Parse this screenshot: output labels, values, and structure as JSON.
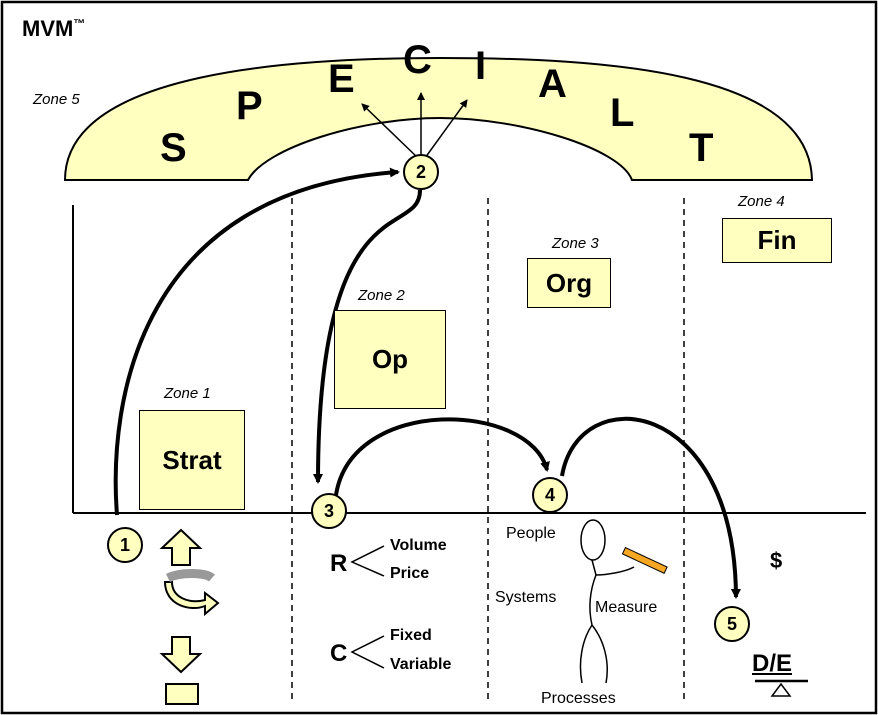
{
  "header": {
    "title": "MVM",
    "trademark": "™"
  },
  "arch": {
    "zone_label": "Zone 5",
    "letters": [
      "S",
      "P",
      "E",
      "C",
      "I",
      "A",
      "L",
      "T"
    ],
    "fill_color": "#ffffc0"
  },
  "zones": [
    {
      "label": "Zone 1",
      "box": "Strat"
    },
    {
      "label": "Zone 2",
      "box": "Op"
    },
    {
      "label": "Zone 3",
      "box": "Org"
    },
    {
      "label": "Zone 4",
      "box": "Fin"
    }
  ],
  "steps": [
    "1",
    "2",
    "3",
    "4",
    "5"
  ],
  "revenue": {
    "symbol": "R",
    "items": [
      "Volume",
      "Price"
    ]
  },
  "cost": {
    "symbol": "C",
    "items": [
      "Fixed",
      "Variable"
    ]
  },
  "people_figure": {
    "labels": {
      "people": "People",
      "systems": "Systems",
      "measure": "Measure",
      "processes": "Processes"
    }
  },
  "finance": {
    "dollar": "$",
    "ratio": "D/E"
  },
  "colors": {
    "box_fill": "#ffffc0",
    "ruler": "#f5a623"
  }
}
